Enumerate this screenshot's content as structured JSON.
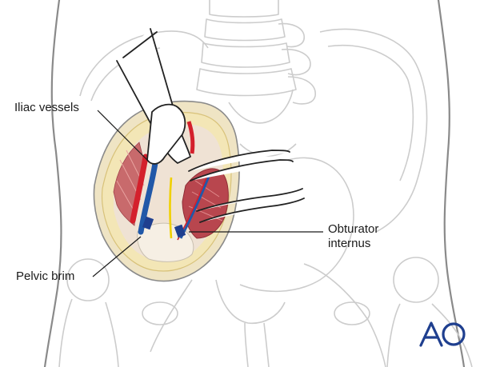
{
  "labels": {
    "iliac_vessels": "Iliac vessels",
    "obturator_internus_line1": "Obturator",
    "obturator_internus_line2": "internus",
    "pelvic_brim": "Pelvic brim"
  },
  "logo": {
    "text": "AO",
    "color": "#1f3f8f"
  },
  "colors": {
    "outline": "#c9c9c9",
    "body_outline": "#7a7a7a",
    "skin_edge": "#e8d6a0",
    "fat": "#f1e2b2",
    "muscle": "#c9656a",
    "muscle_dark": "#a3424a",
    "artery": "#d4202c",
    "vein": "#2158a8",
    "nerve": "#f0d000",
    "bone": "#f5eee6",
    "retractor_outline": "#222222",
    "leader_line": "#1a1a1a"
  }
}
